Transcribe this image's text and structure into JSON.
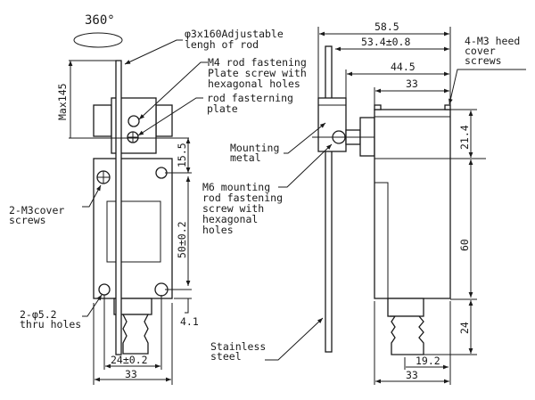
{
  "labels": {
    "rotation": "360°",
    "rod": [
      "φ3x160Adjustable",
      "lengh of rod"
    ],
    "m4": [
      "M4 rod fastening",
      "Plate screw with",
      "hexagonal holes"
    ],
    "plate": [
      "rod fasterning",
      "plate"
    ],
    "cover_screws": [
      "2-M3cover",
      "screws"
    ],
    "thru_holes": [
      "2-φ5.2",
      "thru holes"
    ],
    "mounting_metal": [
      "Mounting",
      "metal"
    ],
    "m6": [
      "M6 mounting",
      "rod fastening",
      "screw with",
      "hexagonal",
      "holes"
    ],
    "stainless": [
      "Stainless",
      "steel"
    ],
    "head_screws": [
      "4-M3 heed",
      "cover",
      "screws"
    ]
  },
  "dimensions": {
    "max145": "Max145",
    "d15_5": "15.5",
    "d50": "50±0.2",
    "d4_1": "4.1",
    "d24_02": "24±0.2",
    "d33_left": "33",
    "d58_5": "58.5",
    "d53_4": "53.4±0.8",
    "d44_5": "44.5",
    "d33_top": "33",
    "d21_4": "21.4",
    "d60": "60",
    "d24": "24",
    "d19_2": "19.2",
    "d33_bottom": "33"
  }
}
